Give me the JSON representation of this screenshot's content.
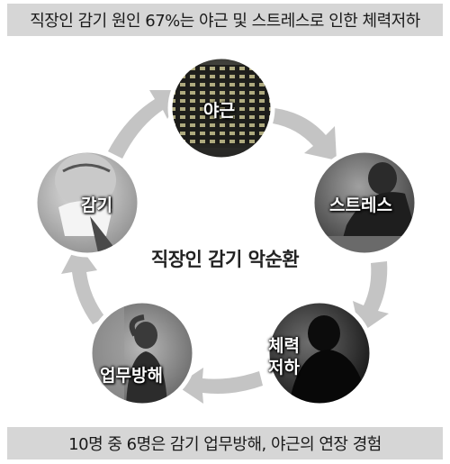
{
  "header": {
    "text": "직장인 감기 원인 67%는 야근 및 스트레스로 인한 체력저하"
  },
  "center": {
    "title": "직장인 감기 악순환"
  },
  "nodes": [
    {
      "id": "overtime",
      "label": "야근"
    },
    {
      "id": "stress",
      "label": "스트레스"
    },
    {
      "id": "fatigue",
      "label_line1": "체력",
      "label_line2": "저하"
    },
    {
      "id": "work-interference",
      "label": "업무방해"
    },
    {
      "id": "cold",
      "label": "감기"
    }
  ],
  "footer": {
    "text": "10명 중 6명은 감기 업무방해, 야근의 연장 경험"
  },
  "colors": {
    "banner_bg": "#d6d6d6",
    "arrow": "#c4c4c4",
    "text": "#1a1a1a"
  }
}
